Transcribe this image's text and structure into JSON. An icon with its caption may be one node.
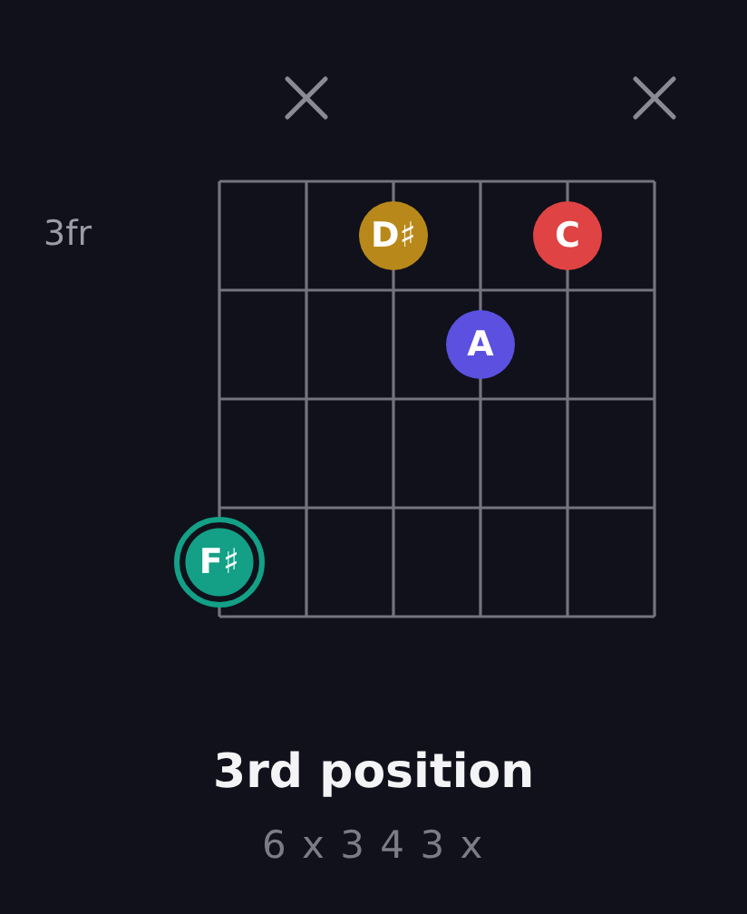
{
  "diagram": {
    "title": "3rd position",
    "nodes": [
      {
        "text": [
          "D♯"
        ]
      },
      {
        "text": [
          "C"
        ]
      },
      {
        "text": [
          "A"
        ]
      },
      {
        "text": [
          "F♯"
        ]
      }
    ],
    "edges": [],
    "labels": [
      "3fr",
      "6 x 3 4 3 x"
    ]
  }
}
